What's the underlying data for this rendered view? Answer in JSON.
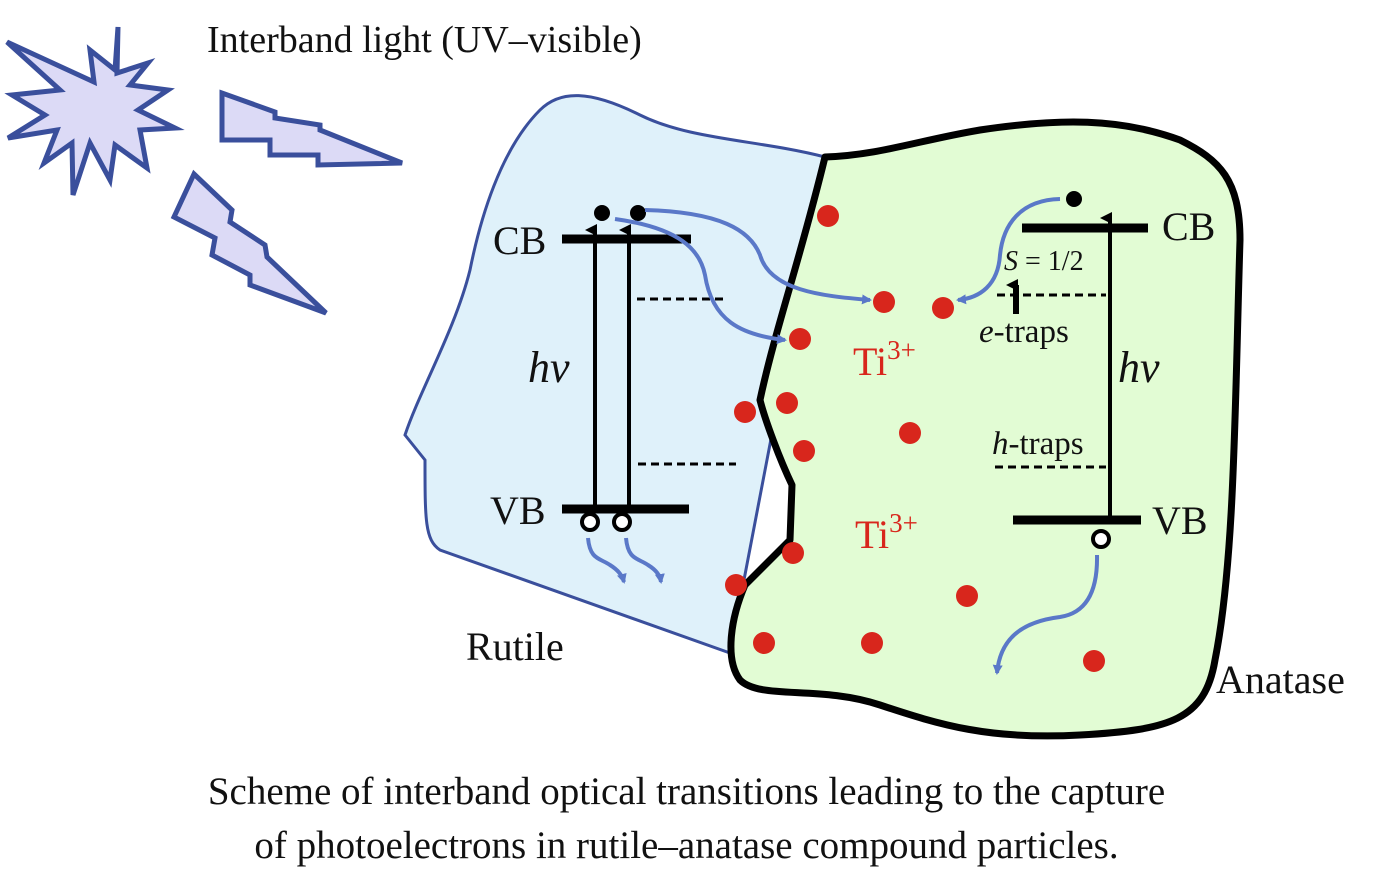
{
  "title": "Interband light (UV–visible)",
  "rutile": {
    "name": "Rutile",
    "cb_label": "CB",
    "vb_label": "VB",
    "photon_label": "hν"
  },
  "anatase": {
    "name": "Anatase",
    "cb_label": "CB",
    "vb_label": "VB",
    "photon_label": "hν",
    "spin_label_var": "S",
    "spin_label_value": " = 1/2",
    "etraps_italic": "e",
    "etraps_rest": "-traps",
    "htraps_italic": "h",
    "htraps_rest": "-traps"
  },
  "ti_labels": [
    {
      "base": "Ti",
      "sup": "3+"
    },
    {
      "base": "Ti",
      "sup": "3+"
    }
  ],
  "caption": {
    "line1": "Scheme of interband optical transitions leading to the capture",
    "line2": "of photoelectrons in rutile–anatase compound particles."
  },
  "colors": {
    "rutile_fill": "#dff1fa",
    "anatase_fill": "#e2fcd4",
    "outline_blue": "#3a4f9c",
    "arrow_blue": "#5a78c8",
    "ti_red": "#d8261c",
    "burst_fill": "#dcdaf6"
  },
  "icons": {
    "light_source": "starburst-icon",
    "light_rays": "lightning-bolt-icon"
  }
}
